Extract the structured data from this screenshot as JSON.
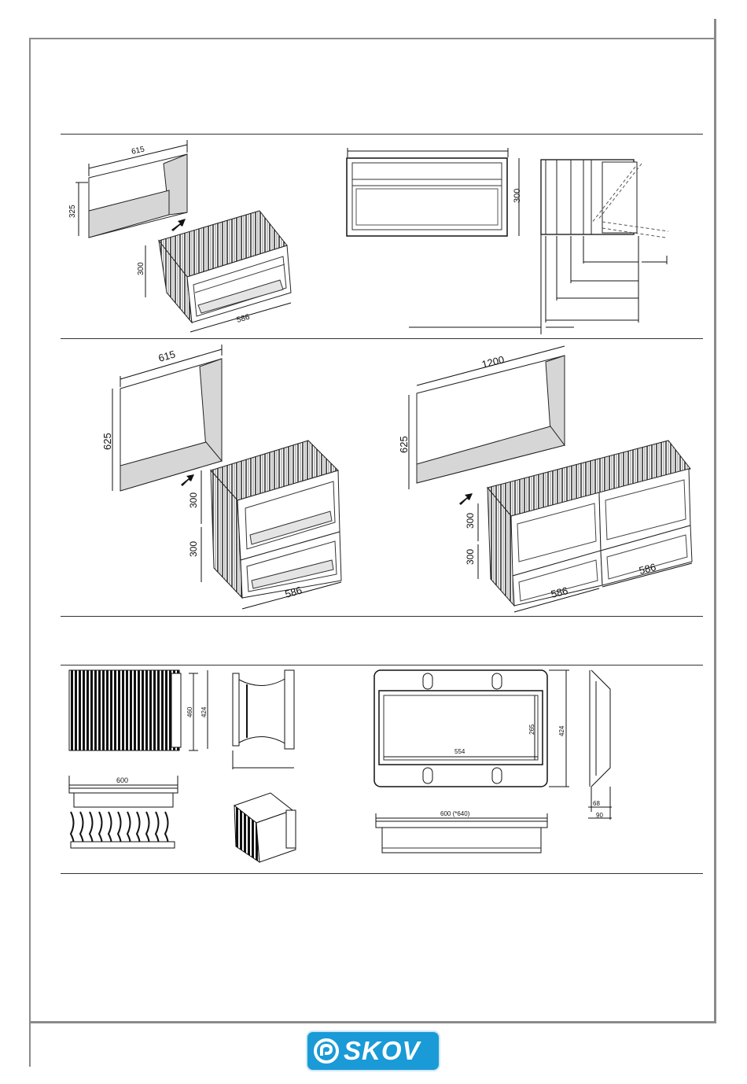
{
  "figure1": {
    "opening_width": "615",
    "opening_height": "325",
    "unit_height": "300",
    "unit_width": "586"
  },
  "figure2": {
    "height": "300"
  },
  "figure3": {
    "opening_width": "615",
    "opening_height": "625",
    "unit_height_top": "300",
    "unit_height_bottom": "300",
    "unit_width": "586"
  },
  "figure4": {
    "opening_width": "1200",
    "opening_height": "625",
    "unit_height_top": "300",
    "unit_height_bottom": "300",
    "unit_width_left": "586",
    "unit_width_right": "586"
  },
  "parts": {
    "bellows_height": "460",
    "side_height": "424",
    "bellows_width": "600",
    "frame_inner_width": "554",
    "frame_inner_height": "265",
    "frame_outer_height": "424",
    "frame_bottom_width": "600 (*640)",
    "profile_depth_inner": "68",
    "profile_depth_outer": "90"
  },
  "logo": {
    "text": "SKOV",
    "color": "#1a9ad7"
  }
}
